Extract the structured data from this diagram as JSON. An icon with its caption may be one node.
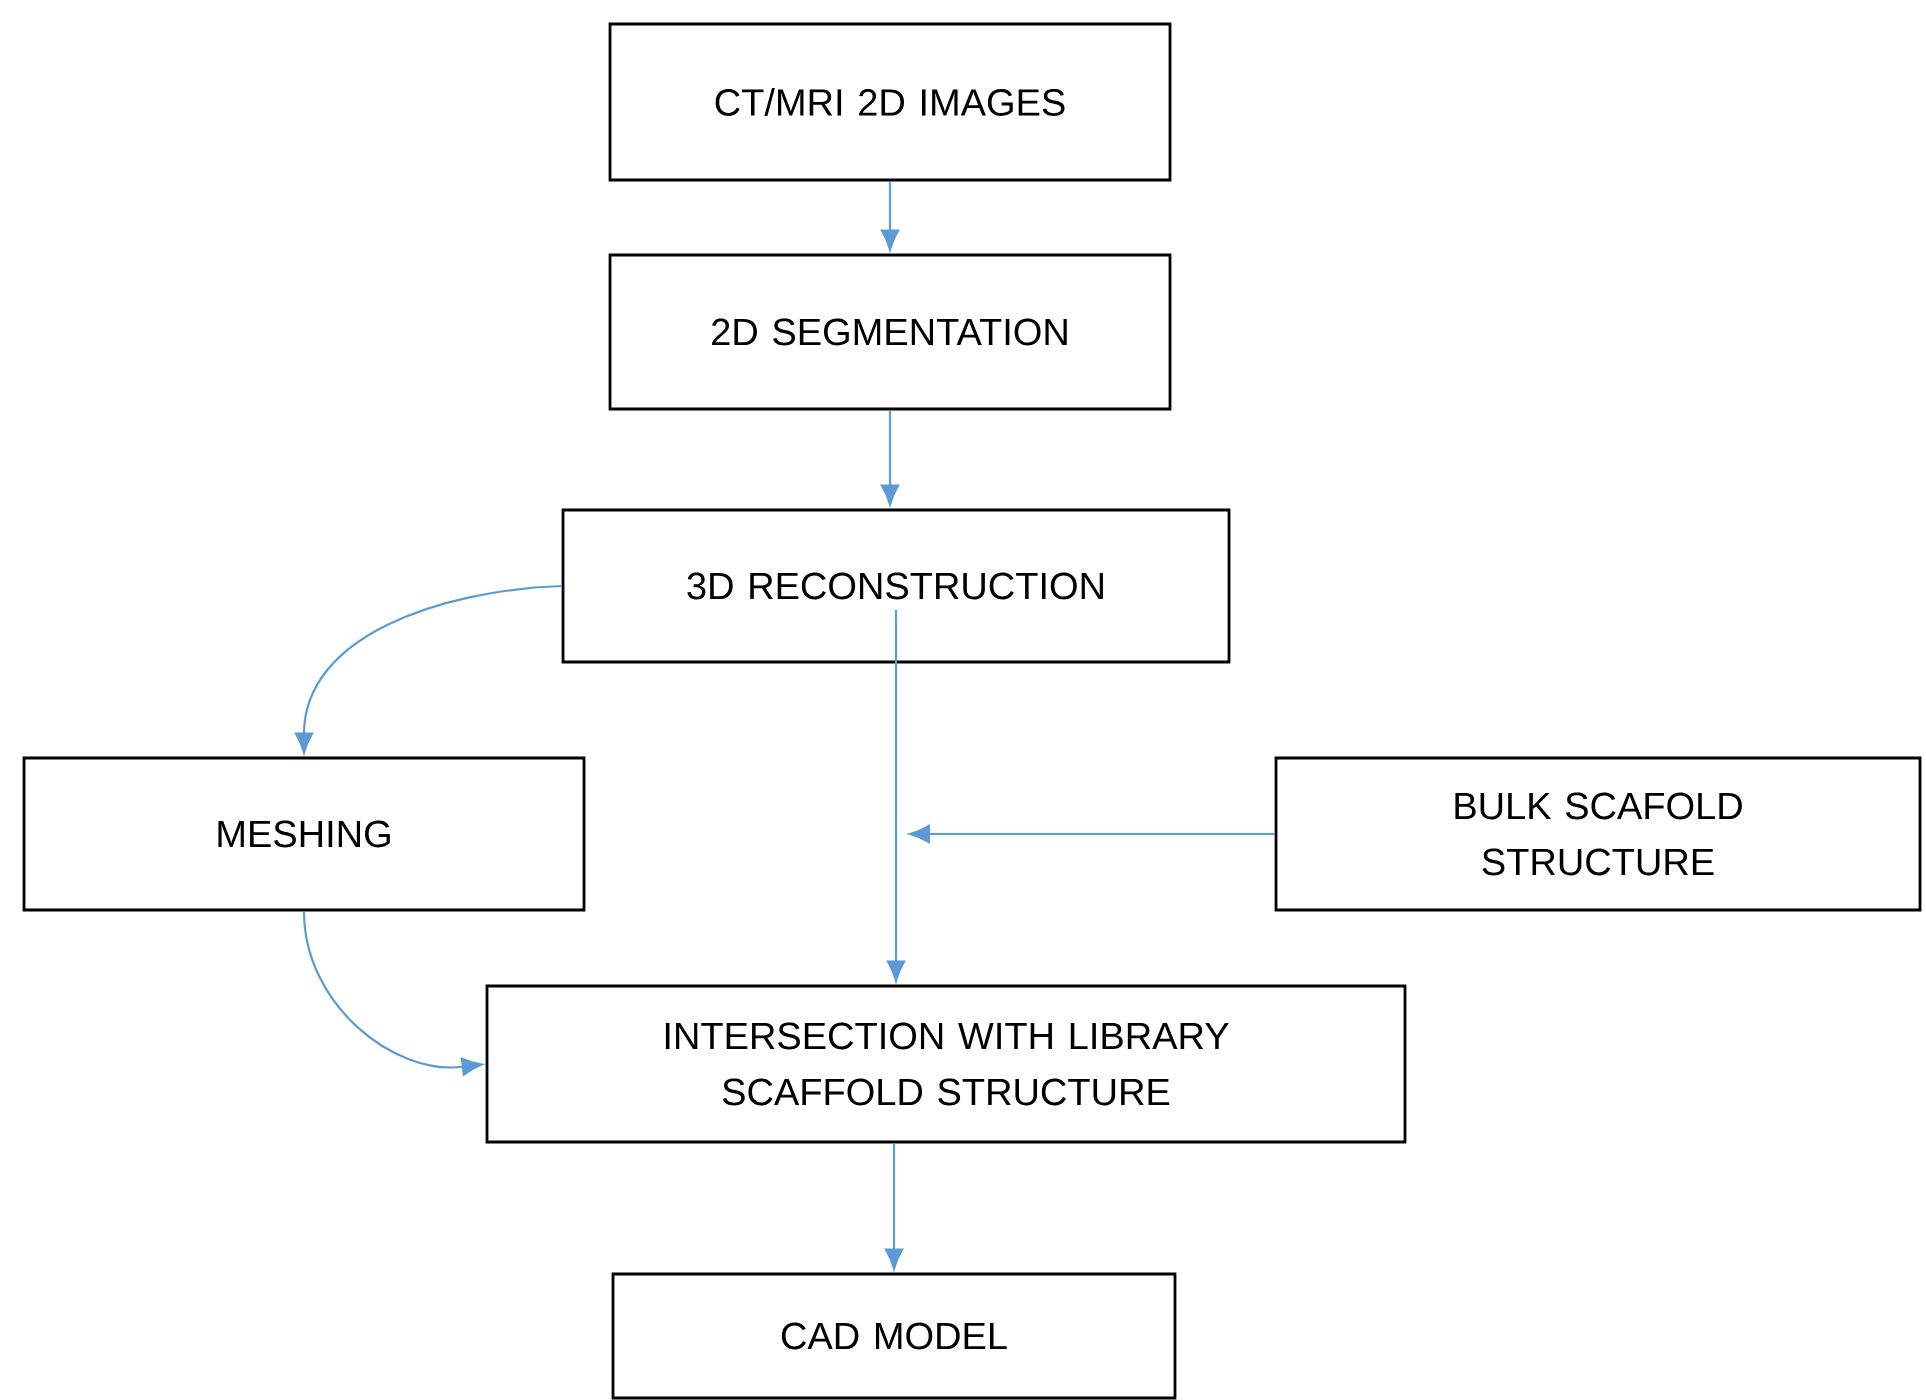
{
  "diagram": {
    "nodes": [
      {
        "text": [
          "CT/MRI 2D IMAGES"
        ]
      },
      {
        "text": [
          "2D SEGMENTATION"
        ]
      },
      {
        "text": [
          "3D RECONSTRUCTION"
        ]
      },
      {
        "text": [
          "MESHING"
        ]
      },
      {
        "text": [
          "BULK SCAFOLD STRUCTURE"
        ]
      },
      {
        "text": [
          "INTERSECTION WITH LIBRARY SCAFFOLD STRUCTURE"
        ]
      },
      {
        "text": [
          "CAD MODEL"
        ]
      }
    ],
    "edges": [
      {
        "from": 0,
        "to": 1,
        "arrow": "to"
      },
      {
        "from": 1,
        "to": 2,
        "arrow": "to"
      },
      {
        "from": 2,
        "to": 3,
        "arrow": "to"
      },
      {
        "from": 2,
        "to": 5,
        "arrow": "to"
      },
      {
        "from": 4,
        "to": null,
        "arrow": "to"
      },
      {
        "from": 3,
        "to": 5,
        "arrow": "to"
      },
      {
        "from": 5,
        "to": 6,
        "arrow": "to"
      }
    ]
  }
}
